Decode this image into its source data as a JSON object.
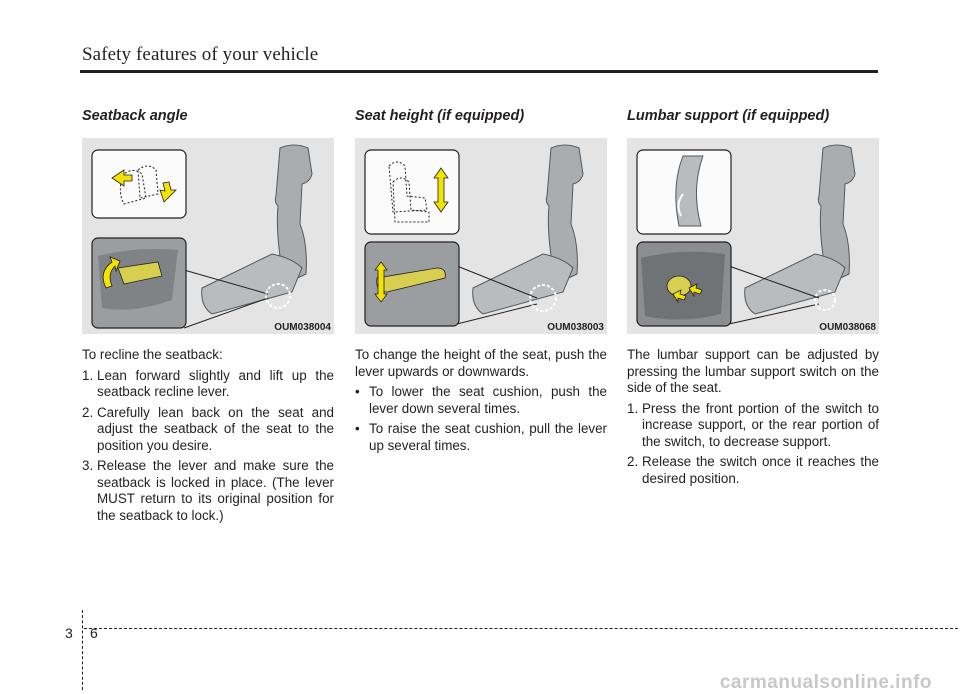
{
  "header": {
    "title": "Safety features of your vehicle"
  },
  "sections": [
    {
      "title": "Seatback angle",
      "figure_code": "OUM038004",
      "intro": "To recline the seatback:",
      "items": [
        "Lean forward slightly and lift up the seatback recline lever.",
        "Carefully lean back on the seat and adjust the seatback of the seat to the position you desire.",
        "Release the lever and make sure the seatback is locked in place. (The lever MUST return to its original position for the seatback to lock.)"
      ],
      "item_markers": [
        "1.",
        "2.",
        "3."
      ]
    },
    {
      "title": "Seat height (if equipped)",
      "figure_code": "OUM038003",
      "intro": "To change the height of the seat, push the lever upwards or downwards.",
      "items": [
        "To lower the seat cushion, push the lever down several times.",
        "To raise the seat cushion, pull the lever up several times."
      ],
      "item_markers": [
        "•",
        "•"
      ]
    },
    {
      "title": "Lumbar support (if equipped)",
      "figure_code": "OUM038068",
      "intro": "The lumbar support can be adjusted by pressing the lumbar support switch on the side of the seat.",
      "items": [
        "Press the front portion of the switch to increase support, or the rear portion of the switch, to decrease support.",
        "Release the switch once it reaches the desired position."
      ],
      "item_markers": [
        "1.",
        "2."
      ]
    }
  ],
  "footer": {
    "chapter": "3",
    "page": "6"
  },
  "watermark": "carmanualsonline.info",
  "colors": {
    "text": "#231f20",
    "figure_bg": "#e4e4e4",
    "arrow": "#f2e400",
    "seat": "#a9adb0"
  }
}
